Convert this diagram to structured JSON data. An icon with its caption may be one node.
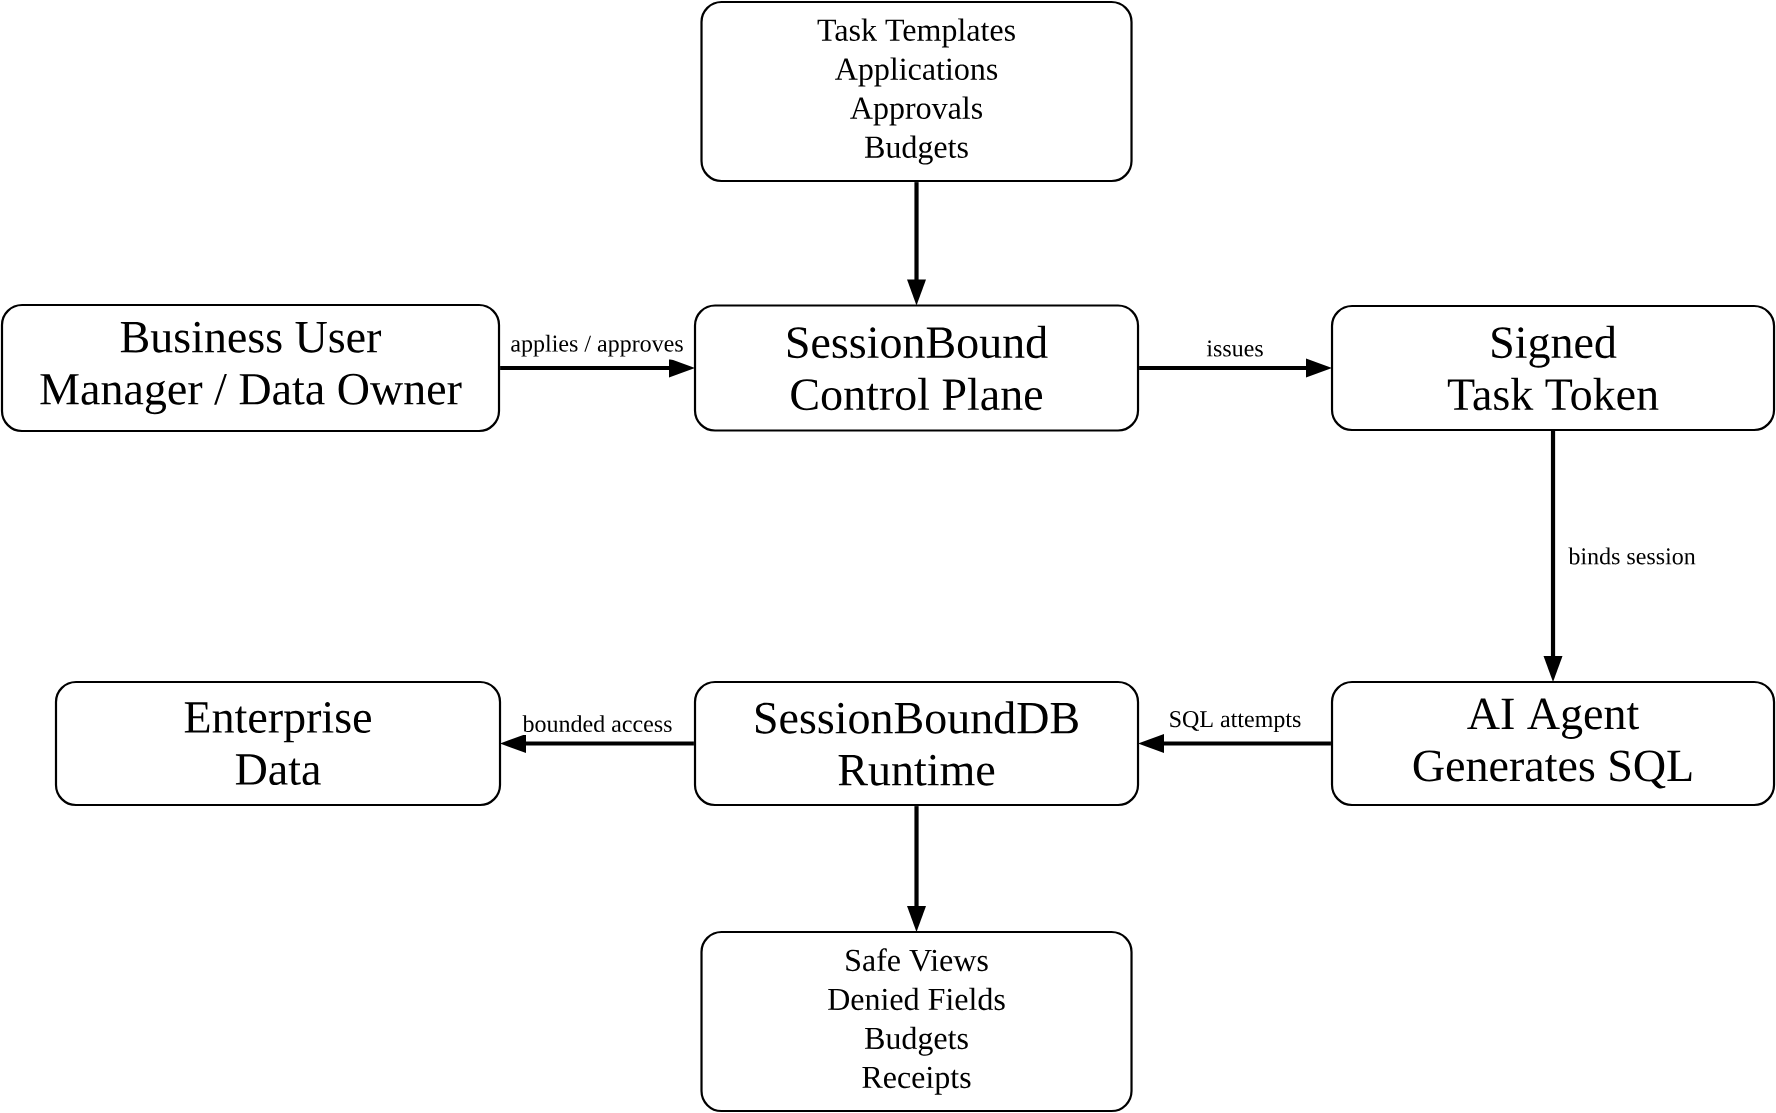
{
  "diagram": {
    "nodes": [
      {
        "text": [
          "Task Templates",
          "Applications",
          "Approvals",
          "Budgets"
        ]
      },
      {
        "text": [
          "Business User",
          "Manager / Data Owner"
        ]
      },
      {
        "text": [
          "SessionBound Control Plane"
        ]
      },
      {
        "text": [
          "Signed Task Token"
        ]
      },
      {
        "text": [
          "Enterprise Data"
        ]
      },
      {
        "text": [
          "SessionBoundDB Runtime"
        ]
      },
      {
        "text": [
          "AI Agent Generates SQL"
        ]
      },
      {
        "text": [
          "Safe Views",
          "Denied Fields",
          "Budgets",
          "Receipts"
        ]
      }
    ],
    "edges": [
      {
        "from": 0,
        "to": 2,
        "arrow": "to"
      },
      {
        "from": 1,
        "to": 2,
        "arrow": "to",
        "label": "applies / approves"
      },
      {
        "from": 2,
        "to": 3,
        "arrow": "to",
        "label": "issues"
      },
      {
        "from": 3,
        "to": 6,
        "arrow": "to",
        "label": "binds session"
      },
      {
        "from": 6,
        "to": 5,
        "arrow": "to",
        "label": "SQL attempts"
      },
      {
        "from": 5,
        "to": 4,
        "arrow": "to",
        "label": "bounded access"
      },
      {
        "from": 5,
        "to": 7,
        "arrow": "to"
      }
    ]
  }
}
